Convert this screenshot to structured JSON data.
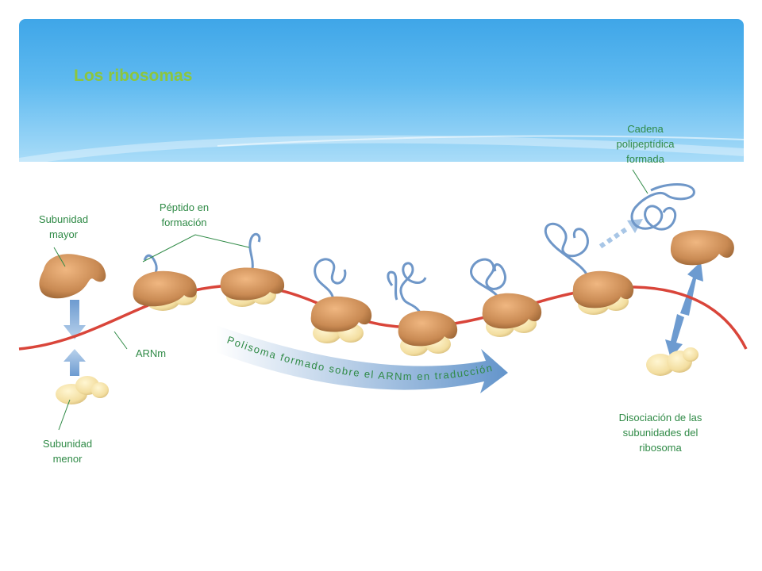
{
  "title": "Los ribosomas",
  "labels": {
    "cadena": "Cadena polipeptídica formada",
    "peptido": "Péptido en formación",
    "subunidad_mayor": "Subunidad mayor",
    "subunidad_menor": "Subunidad menor",
    "arnm": "ARNm",
    "polisoma": "Polisoma formado sobre el ARNm en traducción",
    "disociacion": "Disociación de las subunidades del ribosoma"
  },
  "colors": {
    "title": "#8cc63e",
    "label_text": "#2f8a46",
    "mrna": "#d9453a",
    "large_subunit": "#c98a53",
    "small_subunit": "#f3dea0",
    "peptide": "#6f97c8",
    "arrow": "#5b8fc8"
  }
}
